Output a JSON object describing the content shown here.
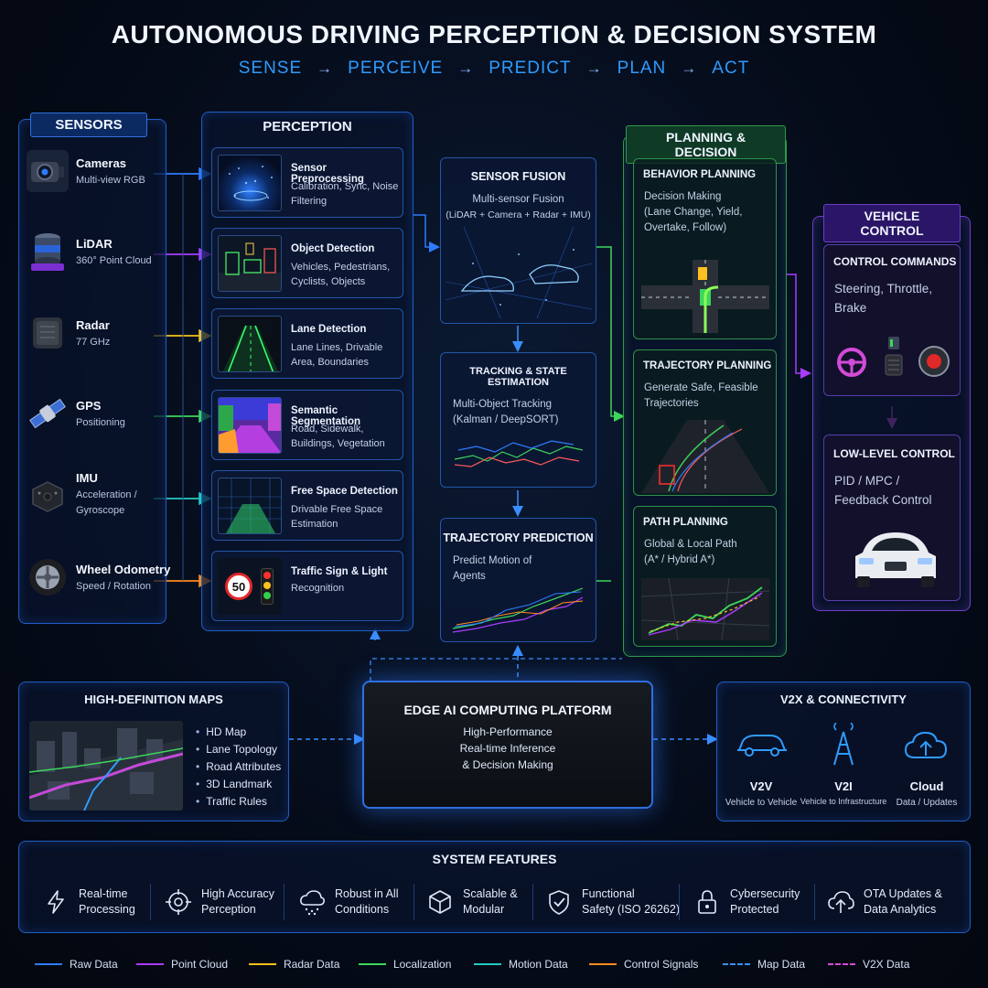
{
  "title": "AUTONOMOUS DRIVING PERCEPTION & DECISION SYSTEM",
  "pipeline": [
    "SENSE",
    "PERCEIVE",
    "PREDICT",
    "PLAN",
    "ACT"
  ],
  "pipeline_arrow": "→",
  "sensors": {
    "header": "SENSORS",
    "items": [
      {
        "name": "Cameras",
        "sub": "Multi-view RGB",
        "icon": "camera-icon",
        "color": "#2f7bff"
      },
      {
        "name": "LiDAR",
        "sub": "360° Point Cloud",
        "icon": "lidar-icon",
        "color": "#a93cff"
      },
      {
        "name": "Radar",
        "sub": "77 GHz",
        "icon": "radar-icon",
        "color": "#f2c21a"
      },
      {
        "name": "GPS",
        "sub": "Positioning",
        "icon": "satellite-icon",
        "color": "#3cd65a"
      },
      {
        "name": "IMU",
        "sub": "Acceleration / Gyroscope",
        "icon": "imu-icon",
        "color": "#22c9c0"
      },
      {
        "name": "Wheel Odometry",
        "sub": "Speed / Rotation",
        "icon": "wheel-icon",
        "color": "#ff8a1f"
      }
    ]
  },
  "perception": {
    "header": "PERCEPTION",
    "items": [
      {
        "title": "Sensor Preprocessing",
        "sub": "Calibration, Sync, Noise Filtering"
      },
      {
        "title": "Object Detection",
        "sub": "Vehicles, Pedestrians, Cyclists, Objects"
      },
      {
        "title": "Lane Detection",
        "sub": "Lane Lines, Drivable Area, Boundaries"
      },
      {
        "title": "Semantic Segmentation",
        "sub": "Road, Sidewalk, Buildings, Vegetation"
      },
      {
        "title": "Free Space Detection",
        "sub": "Drivable Free Space Estimation"
      },
      {
        "title": "Traffic Sign & Light",
        "sub": "Recognition",
        "sign_value": "50"
      }
    ]
  },
  "fusion": {
    "sensor_fusion": {
      "title": "SENSOR FUSION",
      "line1": "Multi-sensor Fusion",
      "line2": "(LiDAR + Camera + Radar + IMU)"
    },
    "tracking": {
      "title": "TRACKING & STATE ESTIMATION",
      "line1": "Multi-Object Tracking",
      "line2": "(Kalman / DeepSORT)"
    },
    "prediction": {
      "title": "TRAJECTORY PREDICTION",
      "line1": "Predict Motion of",
      "line2": "Agents"
    }
  },
  "planning": {
    "header": "PLANNING & DECISION",
    "behavior": {
      "title": "BEHAVIOR PLANNING",
      "line1": "Decision Making",
      "line2": "(Lane Change, Yield,",
      "line3": "Overtake, Follow)"
    },
    "trajectory": {
      "title": "TRAJECTORY PLANNING",
      "line1": "Generate Safe, Feasible",
      "line2": "Trajectories"
    },
    "path": {
      "title": "PATH PLANNING",
      "line1": "Global & Local Path",
      "line2": "(A* / Hybrid A*)"
    }
  },
  "control": {
    "header": "VEHICLE CONTROL",
    "commands": {
      "title": "CONTROL COMMANDS",
      "line1": "Steering, Throttle,",
      "line2": "Brake"
    },
    "low_level": {
      "title": "LOW-LEVEL CONTROL",
      "line1": "PID / MPC /",
      "line2": "Feedback Control"
    }
  },
  "hd_maps": {
    "header": "HIGH-DEFINITION MAPS",
    "items": [
      "HD Map",
      "Lane Topology",
      "Road Attributes",
      "3D Landmark",
      "Traffic Rules"
    ]
  },
  "edge": {
    "title": "EDGE AI COMPUTING PLATFORM",
    "line1": "High-Performance",
    "line2": "Real-time Inference",
    "line3": "& Decision Making"
  },
  "v2x": {
    "header": "V2X & CONNECTIVITY",
    "items": [
      {
        "name": "V2V",
        "sub": "Vehicle to Vehicle"
      },
      {
        "name": "V2I",
        "sub": "Vehicle to Infrastructure"
      },
      {
        "name": "Cloud",
        "sub": "Data / Updates"
      }
    ]
  },
  "features": {
    "header": "SYSTEM FEATURES",
    "items": [
      {
        "line1": "Real-time",
        "line2": "Processing",
        "icon": "lightning-icon"
      },
      {
        "line1": "High Accuracy",
        "line2": "Perception",
        "icon": "crosshair-icon"
      },
      {
        "line1": "Robust in All",
        "line2": "Conditions",
        "icon": "weather-cloud-icon"
      },
      {
        "line1": "Scalable &",
        "line2": "Modular",
        "icon": "cube-icon"
      },
      {
        "line1": "Functional",
        "line2": "Safety (ISO 26262)",
        "icon": "shield-icon"
      },
      {
        "line1": "Cybersecurity",
        "line2": "Protected",
        "icon": "lock-icon"
      },
      {
        "line1": "OTA Updates &",
        "line2": "Data Analytics",
        "icon": "cloud-upload-icon"
      }
    ]
  },
  "legend": [
    {
      "label": "Raw Data",
      "color": "#2f7bff",
      "style": "solid"
    },
    {
      "label": "Point Cloud",
      "color": "#a93cff",
      "style": "solid"
    },
    {
      "label": "Radar Data",
      "color": "#f2c21a",
      "style": "solid"
    },
    {
      "label": "Localization",
      "color": "#3cd65a",
      "style": "solid"
    },
    {
      "label": "Motion Data",
      "color": "#22c9c0",
      "style": "solid"
    },
    {
      "label": "Control Signals",
      "color": "#ff8a1f",
      "style": "solid"
    },
    {
      "label": "Map Data",
      "color": "#3a8dff",
      "style": "dashed"
    },
    {
      "label": "V2X Data",
      "color": "#d24bd8",
      "style": "dashed"
    }
  ]
}
